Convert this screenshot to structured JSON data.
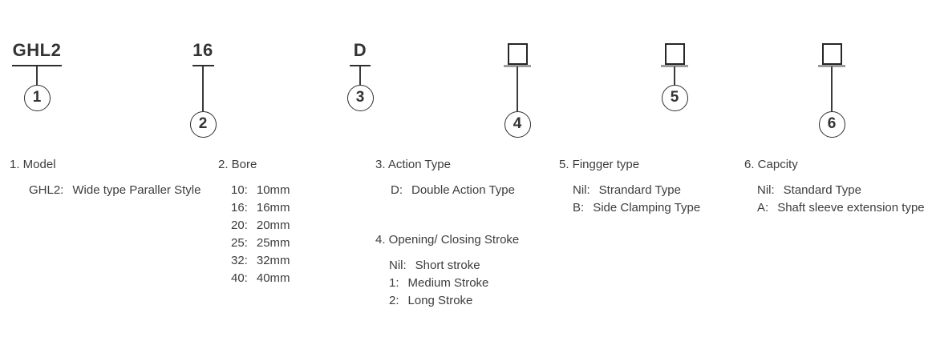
{
  "diagram": {
    "positions": [
      {
        "number": "1",
        "type": "code",
        "code": "GHL2"
      },
      {
        "number": "2",
        "type": "code",
        "code": "16"
      },
      {
        "number": "3",
        "type": "code",
        "code": "D"
      },
      {
        "number": "4",
        "type": "box",
        "code": ""
      },
      {
        "number": "5",
        "type": "box",
        "code": ""
      },
      {
        "number": "6",
        "type": "box",
        "code": ""
      }
    ]
  },
  "sections": [
    {
      "heading": "1. Model",
      "items": [
        {
          "key": "GHL2:",
          "value": "Wide type Paraller Style"
        }
      ]
    },
    {
      "heading": "2. Bore",
      "items": [
        {
          "key": "10:",
          "value": "10mm"
        },
        {
          "key": "16:",
          "value": "16mm"
        },
        {
          "key": "20:",
          "value": "20mm"
        },
        {
          "key": "25:",
          "value": "25mm"
        },
        {
          "key": "32:",
          "value": "32mm"
        },
        {
          "key": "40:",
          "value": "40mm"
        }
      ]
    },
    {
      "heading": "3. Action Type",
      "items": [
        {
          "key": "D:",
          "value": "Double Action Type"
        }
      ]
    },
    {
      "heading": "4. Opening/ Closing Stroke",
      "items": [
        {
          "key": "Nil:",
          "value": "Short stroke"
        },
        {
          "key": "1:",
          "value": "Medium Stroke"
        },
        {
          "key": "2:",
          "value": "Long Stroke"
        }
      ]
    },
    {
      "heading": "5. Fingger type",
      "items": [
        {
          "key": "Nil:",
          "value": "Strandard Type"
        },
        {
          "key": "B:",
          "value": "Side Clamping Type"
        }
      ]
    },
    {
      "heading": "6. Capcity",
      "items": [
        {
          "key": "Nil:",
          "value": "Standard Type"
        },
        {
          "key": "A:",
          "value": "Shaft sleeve extension type"
        }
      ]
    }
  ],
  "colors": {
    "text": "#3d3d3d",
    "line": "#2f2f2f",
    "box_border": "#262626",
    "box_underline": "#9c9c9c",
    "background": "#ffffff"
  }
}
